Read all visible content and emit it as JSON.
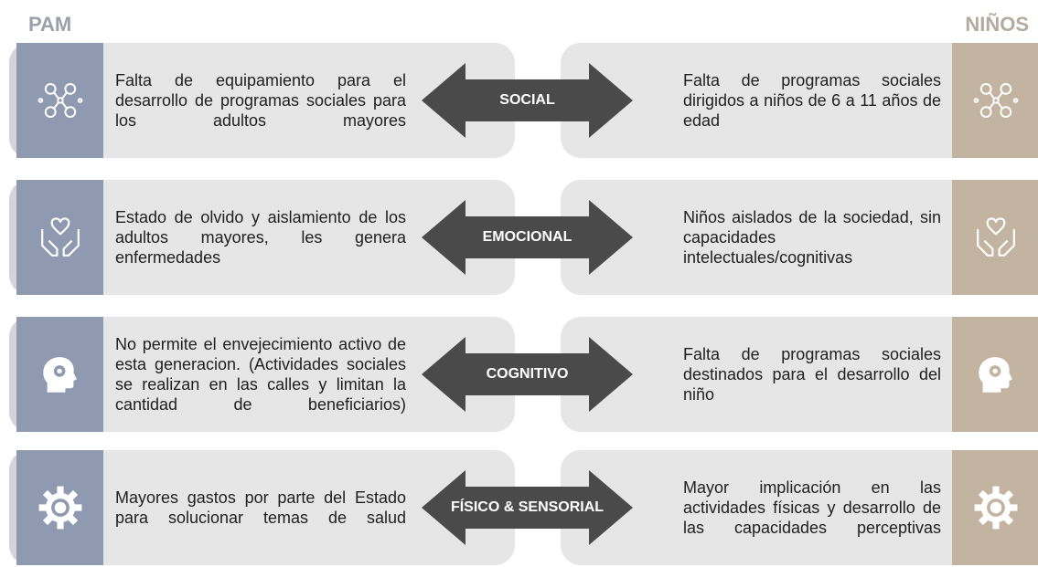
{
  "headers": {
    "left": "PAM",
    "right": "NIÑOS"
  },
  "colors": {
    "left_accent": "#8f9ab0",
    "right_accent": "#c2b4a0",
    "arrow": "#4a4a4b",
    "panel": "#e7e6e7"
  },
  "rows": [
    {
      "category": "SOCIAL",
      "icon": "network-people-icon",
      "left": "Falta de equipamiento para el desarrollo de programas sociales para los adultos mayores",
      "right": "Falta de programas sociales dirigidos a niños de 6 a 11 años de edad"
    },
    {
      "category": "EMOCIONAL",
      "icon": "hands-heart-icon",
      "left": "Estado de olvido y aislamiento de los adultos mayores, les genera enfermedades",
      "right": "Niños aislados de la sociedad, sin capacidades intelectuales/cognitivas"
    },
    {
      "category": "COGNITIVO",
      "icon": "head-gear-icon",
      "left": "No permite el envejecimiento activo de esta generacion. (Actividades sociales se realizan en las calles y limitan la cantidad de beneficiarios)",
      "right": "Falta de programas sociales destinados para el desarrollo del niño"
    },
    {
      "category": "FÍSICO & SENSORIAL",
      "icon": "gear-icon",
      "left": "Mayores gastos por parte del Estado para solucionar temas de salud",
      "right": "Mayor implicación en las actividades físicas y desarrollo de las capacidades perceptivas"
    }
  ]
}
